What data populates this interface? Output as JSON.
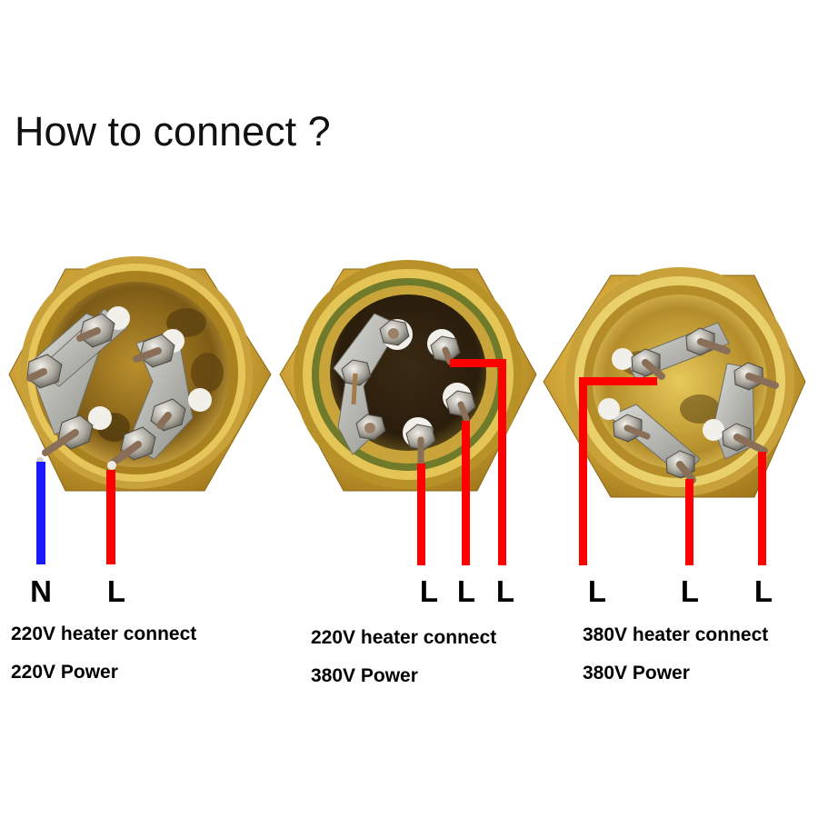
{
  "title": "How to connect ?",
  "colors": {
    "neutral_wire": "#1a1aff",
    "live_wire": "#ff0000",
    "brass_light": "#e8c34a",
    "brass_mid": "#c99a2a",
    "brass_dark": "#7a5a14",
    "steel": "#b9b9b5",
    "ceramic": "#f2f0ea",
    "text": "#000000"
  },
  "diagrams": [
    {
      "id": "diagram-1",
      "terminals": [
        "N",
        "L"
      ],
      "heater_connect": "220V heater connect",
      "power": "220V Power"
    },
    {
      "id": "diagram-2",
      "terminals": [
        "L",
        "L",
        "L"
      ],
      "heater_connect": "220V heater connect",
      "power": "380V Power"
    },
    {
      "id": "diagram-3",
      "terminals": [
        "L",
        "L",
        "L"
      ],
      "heater_connect": "380V heater connect",
      "power": "380V Power"
    }
  ]
}
